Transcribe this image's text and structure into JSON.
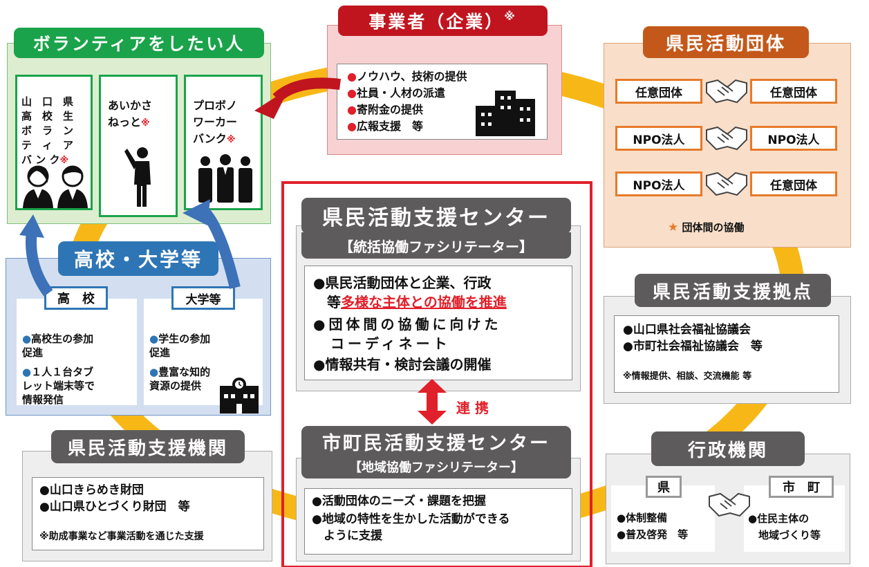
{
  "enterprise": {
    "title": "事業者（企業）",
    "title_mark": "※",
    "items": [
      "ノウハウ、技術の提供",
      "社員・人材の派遣",
      "寄附金の提供",
      "広報支援　等"
    ]
  },
  "volunteer": {
    "title": "ボランティアをしたい人",
    "banks": [
      {
        "label": "山　口　県\n高　校　生\nボ　ラ　ン\nテ　ィ　ア\nバ ン ク",
        "mark": "※"
      },
      {
        "label": "あいかさ\nねっと",
        "mark": "※"
      },
      {
        "label": "プロボノ\nワーカー\nバンク",
        "mark": "※"
      }
    ]
  },
  "groups": {
    "title": "県民活動団体",
    "pairs": [
      [
        "任意団体",
        "任意団体"
      ],
      [
        "NPO法人",
        "NPO法人"
      ],
      [
        "NPO法人",
        "任意団体"
      ]
    ],
    "footer_star": "★",
    "footer": "団体間の協働"
  },
  "school": {
    "title": "高校・大学等",
    "high": {
      "label": "高　校",
      "items": [
        "高校生の参加\n促進",
        "１人１台タブ\nレット端末等で\n情報発信"
      ]
    },
    "univ": {
      "label": "大学等",
      "items": [
        "学生の参加\n促進",
        "豊富な知的\n資源の提供"
      ]
    }
  },
  "center": {
    "title": "県民活動支援センター",
    "subtitle": "【統括協働ファシリテーター】",
    "item1_pre": "●県民活動団体と企業、行政",
    "item1_mid": "　等",
    "item1_red": "多様な主体との協働を推進",
    "item2": "●団体間の協働に向けた\n　コーディネート",
    "item3": "●情報共有・検討会議の開催",
    "link": "連 携"
  },
  "city_center": {
    "title": "市町民活動支援センター",
    "subtitle": "【地域協働ファシリテーター】",
    "items": [
      "●活動団体のニーズ・課題を把握",
      "●地域の特性を生かした活動ができる\n　ように支援"
    ]
  },
  "base": {
    "title": "県民活動支援拠点",
    "items": [
      "●山口県社会福祉協議会",
      "●市町社会福祉協議会　等"
    ],
    "note": "※情報提供、相談、交流機能 等"
  },
  "admin": {
    "title": "行政機関",
    "pref": {
      "label": "県",
      "items": [
        "●体制整備",
        "●普及啓発　等"
      ]
    },
    "city": {
      "label": "市　町",
      "items": [
        "●住民主体の\n　地域づくり等"
      ]
    }
  },
  "org": {
    "title": "県民活動支援機関",
    "items": [
      "●山口きらめき財団",
      "●山口県ひとづくり財団　等"
    ],
    "note": "※助成事業など事業活動を通じた支援"
  },
  "colors": {
    "ring": "#f7b817",
    "green": "#1aa34a",
    "green_bg": "#dceecf",
    "red": "#c0151f",
    "pink_bg": "#f8d1d3",
    "orange": "#c4581a",
    "orange_bg": "#f9dfca",
    "blue": "#2e75b6",
    "blue_bg": "#d3dff0",
    "grey": "#5e5b5c",
    "grey_bg": "#eeeeee",
    "center_red": "#e0202a"
  }
}
